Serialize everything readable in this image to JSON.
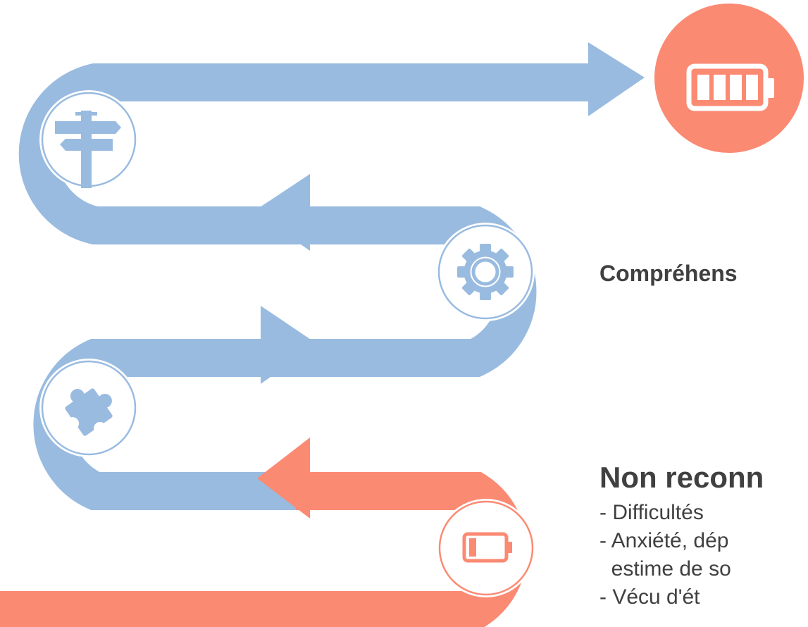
{
  "colors": {
    "blue": "#99bbe0",
    "coral": "#fb8a73",
    "white": "#ffffff",
    "text": "#404040"
  },
  "icons": {
    "goal": "battery-full-icon",
    "stage_1": "signpost-icon",
    "stage_2": "gear-icon",
    "stage_3": "puzzle-piece-icon",
    "start": "battery-low-icon"
  },
  "labels": {
    "stage_top": "Compréhens",
    "stage_bottom": "Non reconn",
    "bullets": [
      "- Difficultés",
      "- Anxiété, dép",
      "  estime de so",
      "- Vécu ",
      "d'ét"
    ]
  }
}
